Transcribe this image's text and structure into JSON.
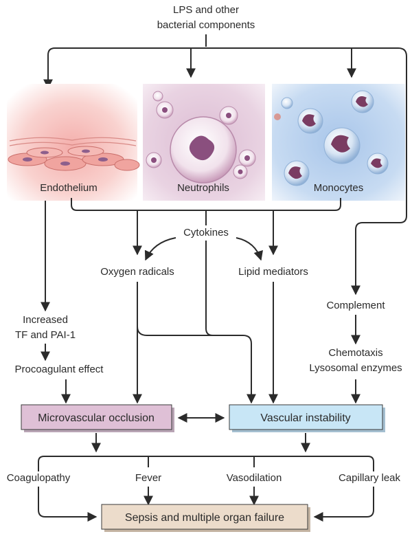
{
  "source": {
    "line1": "LPS and other",
    "line2": "bacterial components"
  },
  "cells": {
    "endothelium": "Endothelium",
    "neutrophils": "Neutrophils",
    "monocytes": "Monocytes"
  },
  "mediators": {
    "cytokines": "Cytokines",
    "oxygen_radicals": "Oxygen radicals",
    "lipid_mediators": "Lipid mediators",
    "complement": "Complement",
    "chemotaxis": "Chemotaxis",
    "lysosomal_enzymes": "Lysosomal enzymes",
    "increased": "Increased",
    "tf_pai": "TF and PAI-1",
    "procoagulant": "Procoagulant effect"
  },
  "boxes": {
    "microvascular": "Microvascular occlusion",
    "vascular": "Vascular instability",
    "sepsis": "Sepsis and multiple organ failure"
  },
  "outcomes": {
    "coagulopathy": "Coagulopathy",
    "fever": "Fever",
    "vasodilation": "Vasodilation",
    "capillary_leak": "Capillary leak"
  },
  "colors": {
    "microvascular_fill": "#dfc0d6",
    "vascular_fill": "#c8e6f6",
    "sepsis_fill": "#ecdccb",
    "endothelium_tint": "#f7c9c6",
    "neutrophil_tint": "#e7d0e0",
    "monocyte_tint": "#b9d3ef"
  },
  "icons": {
    "endothelium": "endothelium-illustration",
    "neutrophils": "neutrophil-cell-illustration",
    "monocytes": "monocyte-cell-illustration"
  }
}
